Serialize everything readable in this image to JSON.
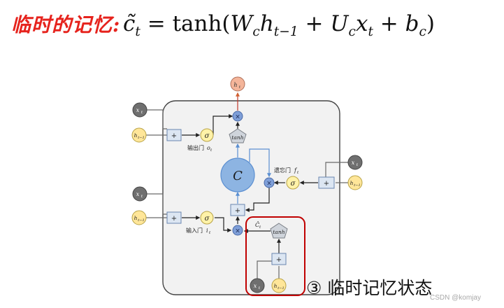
{
  "header": {
    "title": "临时的记忆:",
    "formula": {
      "lhs": "c̃",
      "lhs_sub": "t",
      "equals": "=",
      "func": "tanh(",
      "w": "W",
      "w_sub": "c",
      "h": "h",
      "h_sub": "t−1",
      "plus1": "+",
      "u": "U",
      "u_sub": "c",
      "x": "x",
      "x_sub": "t",
      "plus2": "+",
      "b": "b",
      "b_sub": "c",
      "close": ")"
    }
  },
  "diagram": {
    "nodes": {
      "h_out": "h",
      "h_out_sub": "t",
      "x": "x",
      "x_sub": "t",
      "h_prev": "h",
      "h_prev_sub": "t−1",
      "plus": "+",
      "times": "×",
      "sigma": "σ",
      "tanh": "tanh",
      "cell": "C",
      "c_tilde": "Ĉ",
      "c_tilde_sub": "t"
    },
    "gates": {
      "output_gate": "输出门",
      "output_gate_var": "o",
      "output_gate_sub": "t",
      "forget_gate": "遗忘门",
      "forget_gate_var": "f",
      "forget_gate_sub": "t",
      "input_gate": "输入门",
      "input_gate_var": "i",
      "input_gate_sub": "t"
    },
    "colors": {
      "cell_blue": "#8db4e2",
      "mult_blue": "#7f9fd8",
      "sum_box": "#dce6f2",
      "sigma_yellow": "#fff2a8",
      "h_yellow": "#ffe699",
      "x_gray": "#6f6f6f",
      "h_out_salmon": "#f4b59a",
      "highlight_red": "#c00000"
    }
  },
  "caption": "③ 临时记忆状态",
  "watermark": "CSDN @komjay"
}
